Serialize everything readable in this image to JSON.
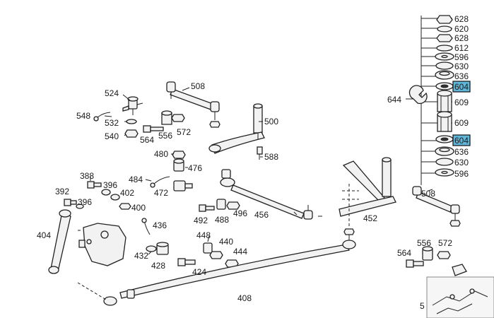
{
  "labels": [
    {
      "id": "l628a",
      "text": "628"
    },
    {
      "id": "l620",
      "text": "620"
    },
    {
      "id": "l628b",
      "text": "628"
    },
    {
      "id": "l612",
      "text": "612"
    },
    {
      "id": "l596a",
      "text": "596"
    },
    {
      "id": "l630a",
      "text": "630"
    },
    {
      "id": "l636a",
      "text": "636"
    },
    {
      "id": "l604a",
      "text": "604"
    },
    {
      "id": "l644",
      "text": "644"
    },
    {
      "id": "l609a",
      "text": "609"
    },
    {
      "id": "l609b",
      "text": "609"
    },
    {
      "id": "l604b",
      "text": "604"
    },
    {
      "id": "l636b",
      "text": "636"
    },
    {
      "id": "l630b",
      "text": "630"
    },
    {
      "id": "l596b",
      "text": "596"
    },
    {
      "id": "l508a",
      "text": "508"
    },
    {
      "id": "l524",
      "text": "524"
    },
    {
      "id": "l548",
      "text": "548"
    },
    {
      "id": "l532",
      "text": "532"
    },
    {
      "id": "l540",
      "text": "540"
    },
    {
      "id": "l564a",
      "text": "564"
    },
    {
      "id": "l556a",
      "text": "556"
    },
    {
      "id": "l572a",
      "text": "572"
    },
    {
      "id": "l500",
      "text": "500"
    },
    {
      "id": "l588",
      "text": "588"
    },
    {
      "id": "l480",
      "text": "480"
    },
    {
      "id": "l476",
      "text": "476"
    },
    {
      "id": "l484",
      "text": "484"
    },
    {
      "id": "l472",
      "text": "472"
    },
    {
      "id": "l388",
      "text": "388"
    },
    {
      "id": "l396a",
      "text": "396"
    },
    {
      "id": "l392",
      "text": "392"
    },
    {
      "id": "l402",
      "text": "402"
    },
    {
      "id": "l400",
      "text": "400"
    },
    {
      "id": "l396b",
      "text": "396"
    },
    {
      "id": "l404",
      "text": "404"
    },
    {
      "id": "l492",
      "text": "492"
    },
    {
      "id": "l488",
      "text": "488"
    },
    {
      "id": "l496",
      "text": "496"
    },
    {
      "id": "l456",
      "text": "456"
    },
    {
      "id": "l452",
      "text": "452"
    },
    {
      "id": "l508b",
      "text": "508"
    },
    {
      "id": "l436",
      "text": "436"
    },
    {
      "id": "l448",
      "text": "448"
    },
    {
      "id": "l440",
      "text": "440"
    },
    {
      "id": "l444",
      "text": "444"
    },
    {
      "id": "l432",
      "text": "432"
    },
    {
      "id": "l428",
      "text": "428"
    },
    {
      "id": "l424",
      "text": "424"
    },
    {
      "id": "l408",
      "text": "408"
    },
    {
      "id": "l564b",
      "text": "564"
    },
    {
      "id": "l556b",
      "text": "556"
    },
    {
      "id": "l572b",
      "text": "572"
    },
    {
      "id": "l5",
      "text": "5"
    }
  ],
  "highlighted_parts": [
    "604"
  ],
  "colors": {
    "highlight": "#5fb6d8",
    "ink": "#222222"
  },
  "inset_thumbnail": {
    "visible": true
  }
}
